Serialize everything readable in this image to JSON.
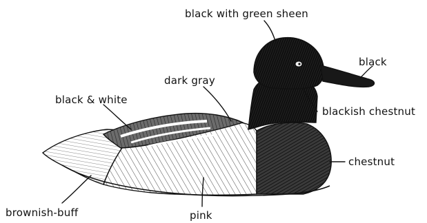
{
  "diagram": {
    "labels": {
      "head": "black with green sheen",
      "bill": "black",
      "back": "dark gray",
      "neck": "blackish chestnut",
      "wing": "black & white",
      "breast": "chestnut",
      "tail": "brownish-buff",
      "flank": "pink"
    },
    "colors": {
      "ink": "#111111",
      "paper": "#ffffff"
    }
  }
}
